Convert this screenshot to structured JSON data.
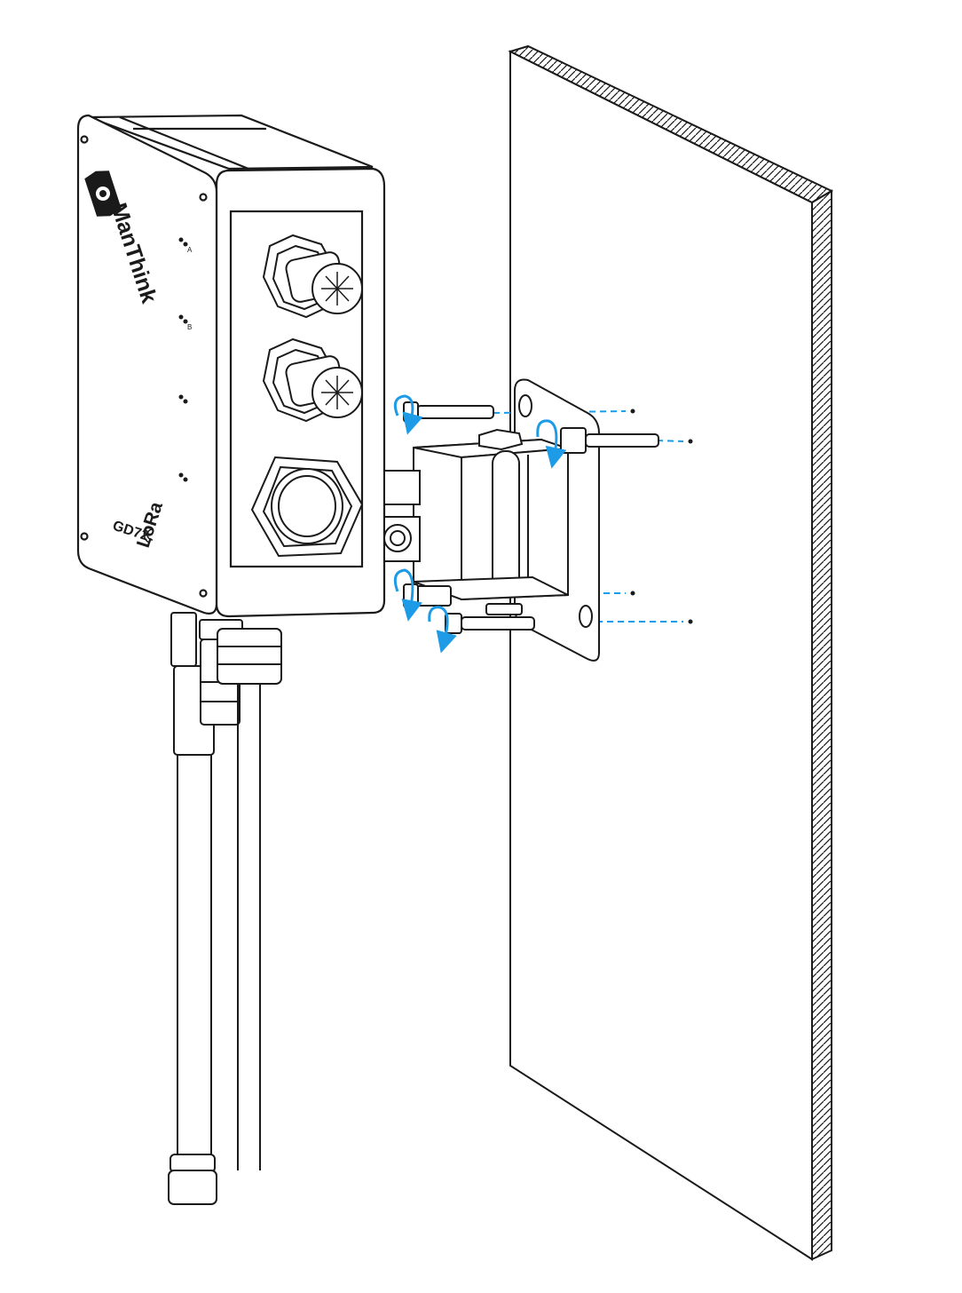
{
  "device": {
    "brand": "ManThink",
    "model": "GD72",
    "logo_text": "LoRa",
    "led_labels": [
      "A",
      "B",
      "",
      ""
    ]
  },
  "colors": {
    "line": "#1a1a1a",
    "accent": "#1e9be6",
    "background": "#ffffff"
  }
}
